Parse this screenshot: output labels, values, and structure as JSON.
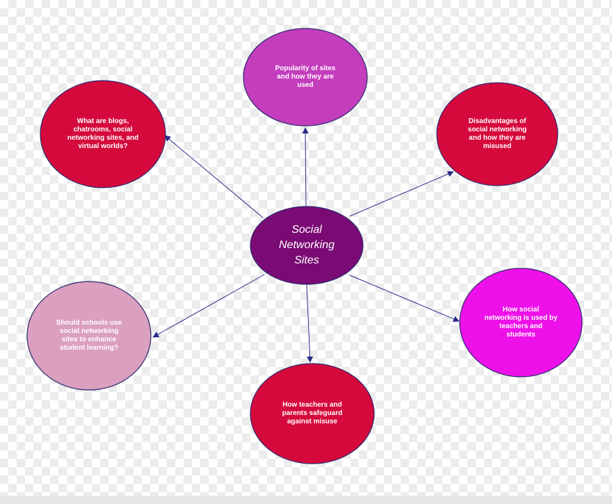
{
  "center": {
    "label": "Social\nNetworking\nSites",
    "color": "#7a0a74"
  },
  "nodes": [
    {
      "id": "popularity",
      "label": "Popularity of sites\nand how they are\nused",
      "color": "#c43dbd"
    },
    {
      "id": "disadvantages",
      "label": "Disadvantages of\nsocial networking\nand how they are\nmisused",
      "color": "#d5093c"
    },
    {
      "id": "teachers-students",
      "label": "How social\nnetworking is used by\nteachers and\nstudents",
      "color": "#ee10e9"
    },
    {
      "id": "safeguard",
      "label": "How teachers and\nparents safeguard\nagainst misuse",
      "color": "#d5093c"
    },
    {
      "id": "schools",
      "label": "Should schools use\nsocial networking\nsites to enhance\nstudent learning?",
      "color": "#db9fbf"
    },
    {
      "id": "blogs",
      "label": "What are blogs,\nchatrooms, social\nnetworking sites, and\nvirtual worlds?",
      "color": "#d5093c"
    }
  ],
  "edge_color": "#2a2a8a",
  "ellipse_stroke": "#2a2a6e"
}
